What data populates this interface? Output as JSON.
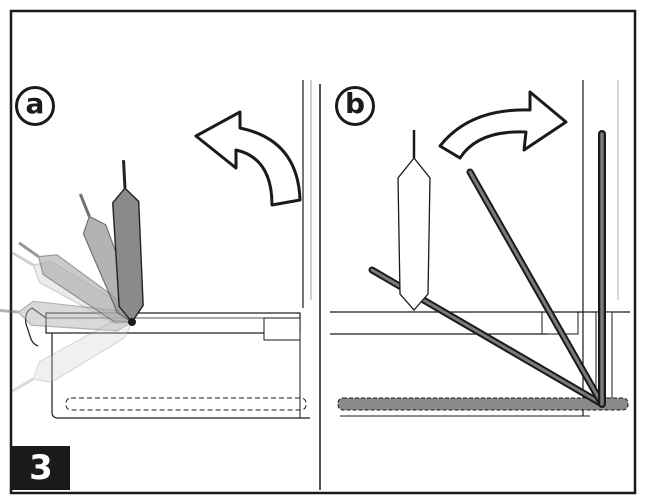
{
  "figure": {
    "step_number": "3",
    "panel_a_label": "a",
    "panel_b_label": "b"
  },
  "icons": {
    "panel_a_arrow": "curved-arrow-counterclockwise-icon",
    "panel_b_arrow": "curved-arrow-clockwise-icon"
  },
  "colors": {
    "line": "#1a1a1a",
    "background": "#ffffff"
  }
}
